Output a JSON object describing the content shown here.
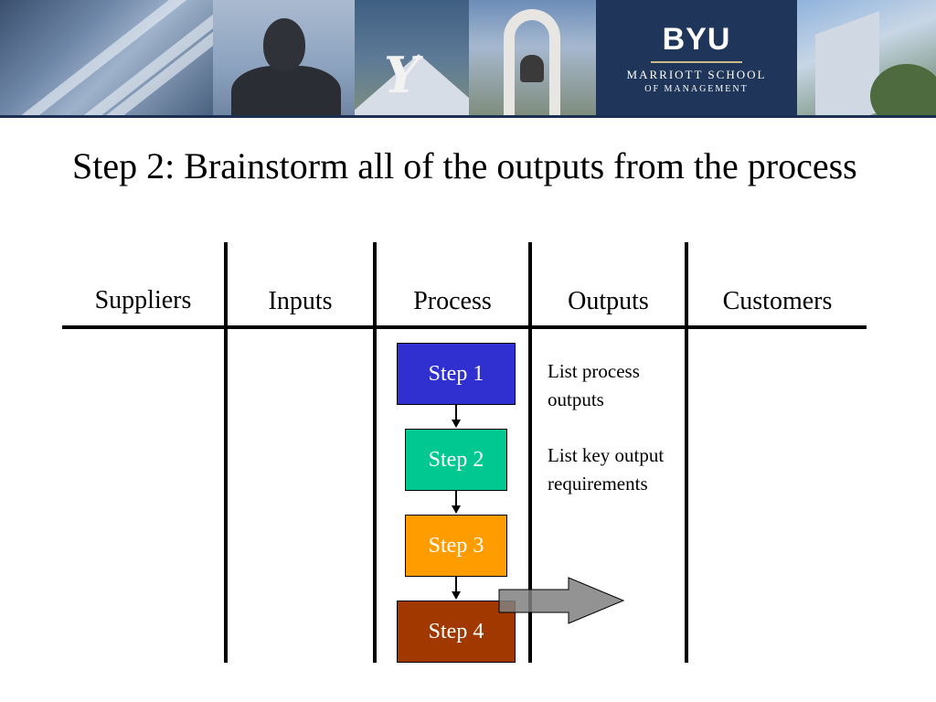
{
  "header": {
    "brand_name": "BYU",
    "brand_line1": "MARRIOTT SCHOOL",
    "brand_line2": "OF MANAGEMENT"
  },
  "slide": {
    "title": "Step 2: Brainstorm all of the outputs from the process"
  },
  "sipoc": {
    "columns": [
      "Suppliers",
      "Inputs",
      "Process",
      "Outputs",
      "Customers"
    ],
    "steps": [
      {
        "label": "Step 1",
        "color": "#3030d0"
      },
      {
        "label": "Step 2",
        "color": "#00c890"
      },
      {
        "label": "Step 3",
        "color": "#ff9c00"
      },
      {
        "label": "Step 4",
        "color": "#a03800"
      }
    ],
    "notes": [
      "List process outputs",
      "List key output requirements"
    ],
    "output_arrow_color": "#808080"
  }
}
